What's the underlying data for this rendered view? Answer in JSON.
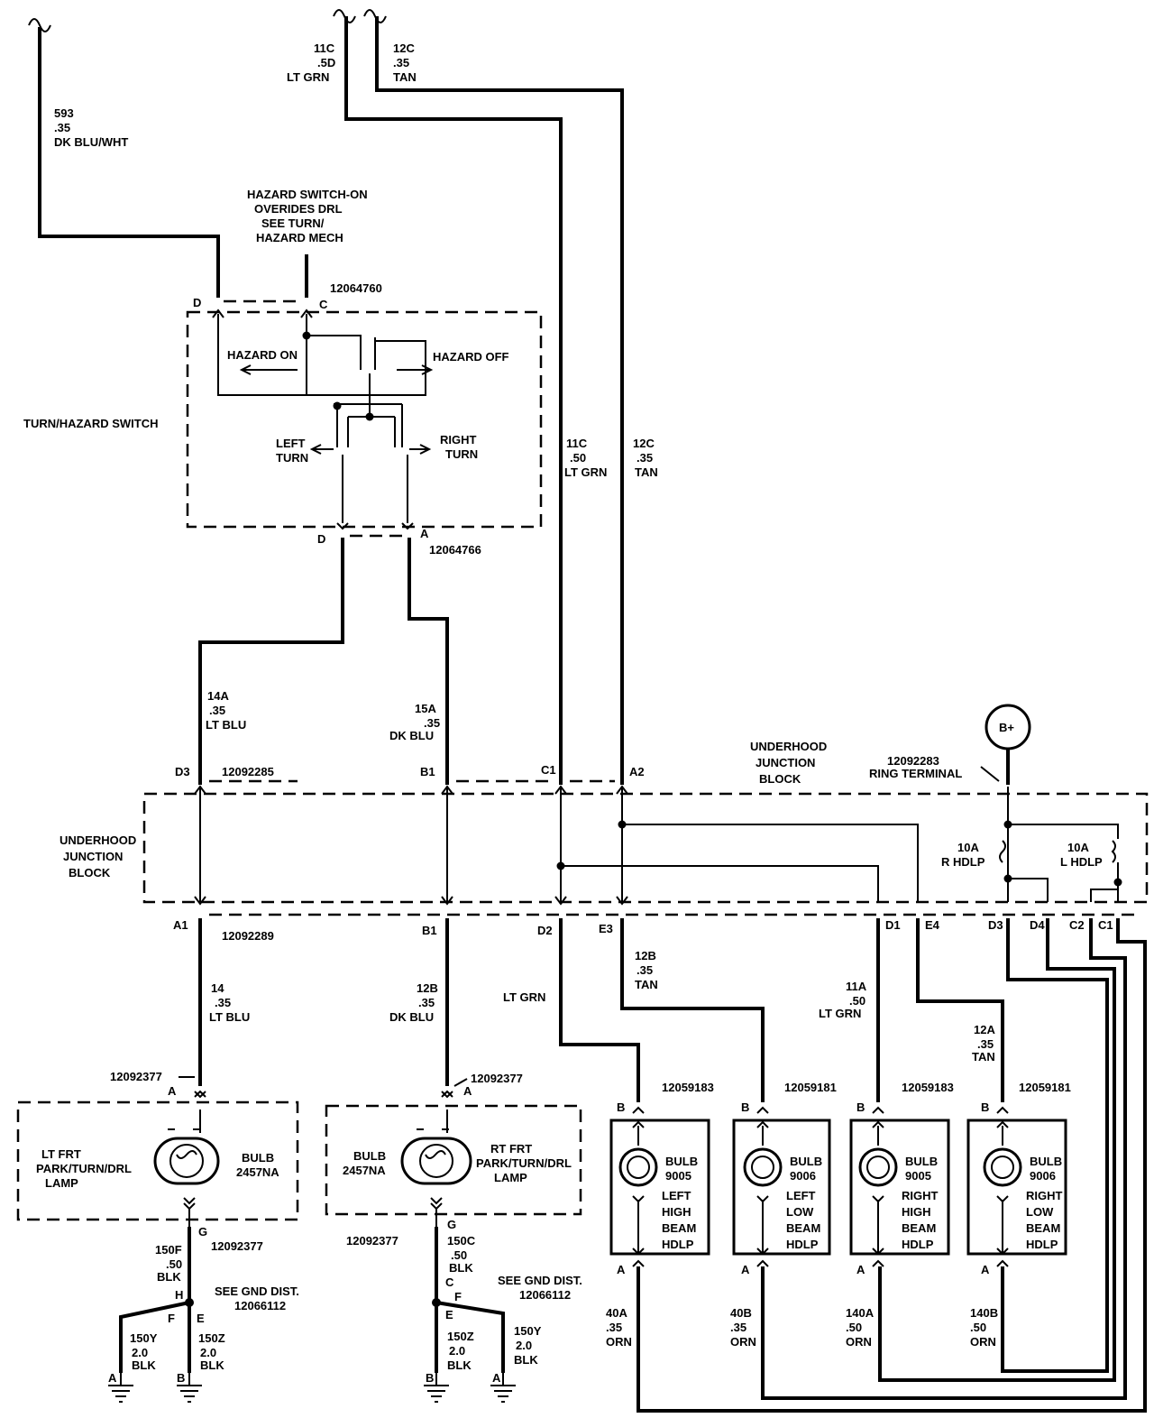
{
  "wires_top": {
    "w593": [
      "593",
      ".35",
      "DK BLU/WHT"
    ],
    "w11c": [
      "11C",
      ".5D",
      "LT GRN"
    ],
    "w12c": [
      "12C",
      ".35",
      "TAN"
    ],
    "w11c_mid": [
      "11C",
      ".50",
      "LT GRN"
    ],
    "w12c_mid": [
      "12C",
      ".35",
      "TAN"
    ]
  },
  "switch": {
    "title": "TURN/HAZARD SWITCH",
    "note": [
      "HAZARD SWITCH-ON",
      "OVERIDES DRL",
      "SEE TURN/",
      "HAZARD MECH"
    ],
    "conn_top": "12064760",
    "conn_bottom": "12064766",
    "hazard_on": "HAZARD ON",
    "hazard_off": "HAZARD OFF",
    "left_turn": [
      "LEFT",
      "TURN"
    ],
    "right_turn": [
      "RIGHT",
      "TURN"
    ],
    "pin_d": "D",
    "pin_c": "C",
    "pin_a": "A"
  },
  "junction": {
    "title": [
      "UNDERHOOD",
      "JUNCTION",
      "BLOCK"
    ],
    "conn_top": "12092285",
    "conn_bottom": "12092289",
    "ring": [
      "12092283",
      "RING TERMINAL"
    ],
    "battery": "B+",
    "fuse_r": [
      "10A",
      "R HDLP"
    ],
    "fuse_l": [
      "10A",
      "L HDLP"
    ],
    "top_pins": [
      "D3",
      "B1",
      "C1",
      "A2"
    ],
    "bottom_pins": [
      "A1",
      "B1",
      "D2",
      "E3",
      "D1",
      "E4",
      "D3",
      "D4",
      "C2",
      "C1"
    ]
  },
  "wires_mid": {
    "w14a": [
      "14A",
      ".35",
      "LT BLU"
    ],
    "w15a": [
      "15A",
      ".35",
      "DK BLU"
    ],
    "w14": [
      "14",
      ".35",
      "LT BLU"
    ],
    "w12b_dk": [
      "12B",
      ".35",
      "DK BLU"
    ],
    "ltgrn": "LT GRN",
    "w12b_tan": [
      "12B",
      ".35",
      "TAN"
    ],
    "w11a": [
      "11A",
      ".50",
      "LT GRN"
    ],
    "w12a": [
      "12A",
      ".35",
      "TAN"
    ]
  },
  "lamps": {
    "lt_name": [
      "LT FRT",
      "PARK/TURN/DRL",
      "LAMP"
    ],
    "rt_name": [
      "RT FRT",
      "PARK/TURN/DRL",
      "LAMP"
    ],
    "bulb": [
      "BULB",
      "2457NA"
    ],
    "conn": "12092377",
    "pin_a": "A",
    "pin_g": "G"
  },
  "headlamps": [
    {
      "conn": "12059183",
      "bulb": [
        "BULB",
        "9005"
      ],
      "name": [
        "LEFT",
        "HIGH",
        "BEAM",
        "HDLP"
      ],
      "wire": [
        "40A",
        ".35",
        "ORN"
      ]
    },
    {
      "conn": "12059181",
      "bulb": [
        "BULB",
        "9006"
      ],
      "name": [
        "LEFT",
        "LOW",
        "BEAM",
        "HDLP"
      ],
      "wire": [
        "40B",
        ".35",
        "ORN"
      ]
    },
    {
      "conn": "12059183",
      "bulb": [
        "BULB",
        "9005"
      ],
      "name": [
        "RIGHT",
        "HIGH",
        "BEAM",
        "HDLP"
      ],
      "wire": [
        "140A",
        ".50",
        "ORN"
      ]
    },
    {
      "conn": "12059181",
      "bulb": [
        "BULB",
        "9006"
      ],
      "name": [
        "RIGHT",
        "LOW",
        "BEAM",
        "HDLP"
      ],
      "wire": [
        "140B",
        ".50",
        "ORN"
      ]
    }
  ],
  "ground": {
    "w150f": [
      "150F",
      ".50",
      "BLK"
    ],
    "w150c": [
      "150C",
      ".50",
      "BLK"
    ],
    "w150y": [
      "150Y",
      "2.0",
      "BLK"
    ],
    "w150z": [
      "150Z",
      "2.0",
      "BLK"
    ],
    "see_gnd": [
      "SEE GND DIST.",
      "12066112"
    ],
    "pins": [
      "H",
      "E",
      "F",
      "C",
      "A",
      "B"
    ]
  }
}
